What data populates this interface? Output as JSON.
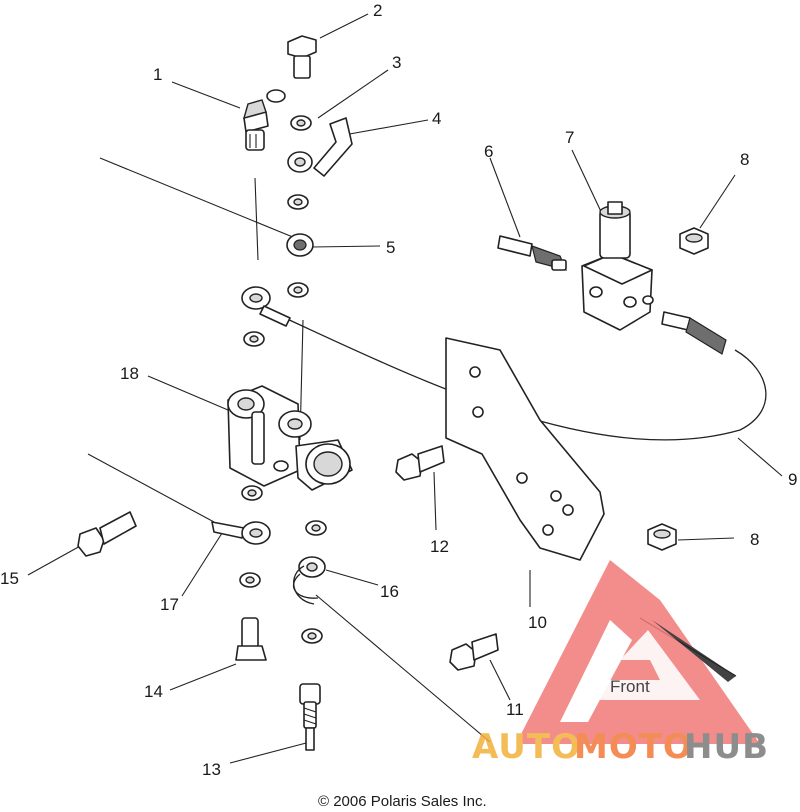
{
  "callouts": [
    "1",
    "2",
    "3",
    "4",
    "5",
    "6",
    "7",
    "8",
    "8",
    "9",
    "10",
    "11",
    "12",
    "13",
    "14",
    "15",
    "16",
    "17",
    "18"
  ],
  "copyright": "© 2006 Polaris Sales Inc.",
  "watermark": {
    "front": "Front",
    "auto": "AUTO",
    "moto": "MOTO",
    "hub": "HUB",
    "colors": {
      "triangle": "#f07a78",
      "auto": "#f2b13a",
      "moto": "#f27a38",
      "hub": "#7a7a7a"
    }
  }
}
